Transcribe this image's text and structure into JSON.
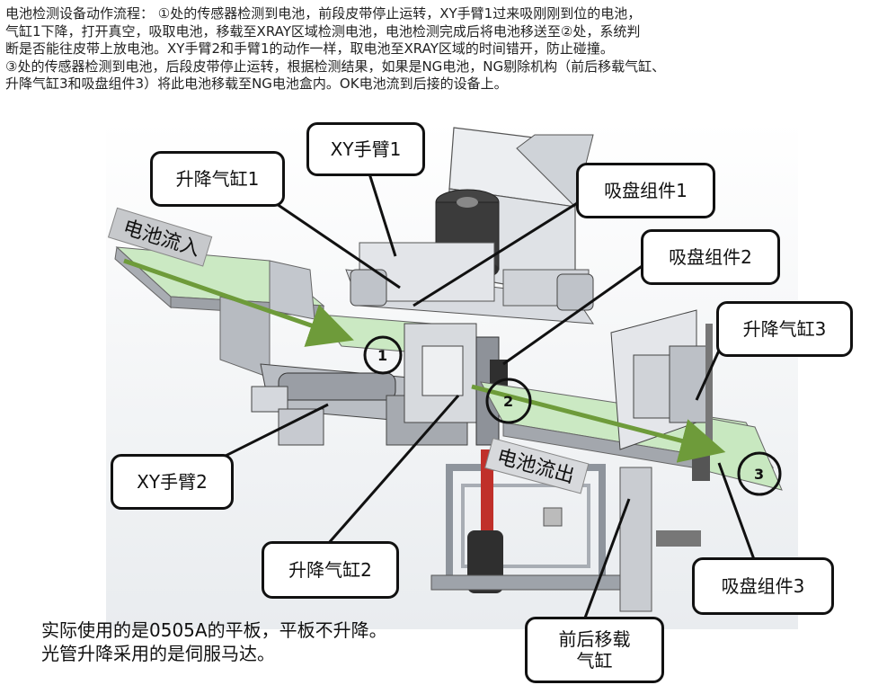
{
  "description": {
    "lines": [
      "电池检测设备动作流程： ①处的传感器检测到电池，前段皮带停止运转，XY手臂1过来吸刚刚到位的电池，",
      "气缸1下降，打开真空，吸取电池，移载至XRAY区域检测电池，电池检测完成后将电池移送至②处，系统判",
      "断是否能往皮带上放电池。XY手臂2和手臂1的动作一样，取电池至XRAY区域的时间错开，防止碰撞。",
      "③处的传感器检测到电池，后段皮带停止运转，根据检测结果，如果是NG电池，NG剔除机构（前后移载气缸、",
      "升降气缸3和吸盘组件3）将此电池移载至NG电池盒内。OK电池流到后接的设备上。"
    ]
  },
  "callouts": {
    "xy_arm1": "XY手臂1",
    "lift_cyl1": "升降气缸1",
    "suction1": "吸盘组件1",
    "suction2": "吸盘组件2",
    "lift_cyl3": "升降气缸3",
    "xy_arm2": "XY手臂2",
    "lift_cyl2": "升降气缸2",
    "suction3": "吸盘组件3",
    "transfer_cyl_line1": "前后移载",
    "transfer_cyl_line2": "气缸"
  },
  "flow": {
    "in_label": "电池流入",
    "out_label": "电池流出",
    "arrow_color": "#6e9b3a"
  },
  "positions": {
    "p1": "1",
    "p2": "2",
    "p3": "3"
  },
  "notes": {
    "line1": "实际使用的是0505A的平板，平板不升降。",
    "line2": "光管升降采用的是伺服马达。"
  },
  "colors": {
    "belt": "#c8e8c0",
    "frame": "#b8bcc4",
    "steel": "#d8dbe0",
    "dark": "#3a3a3a",
    "accent_red": "#c0302a"
  }
}
